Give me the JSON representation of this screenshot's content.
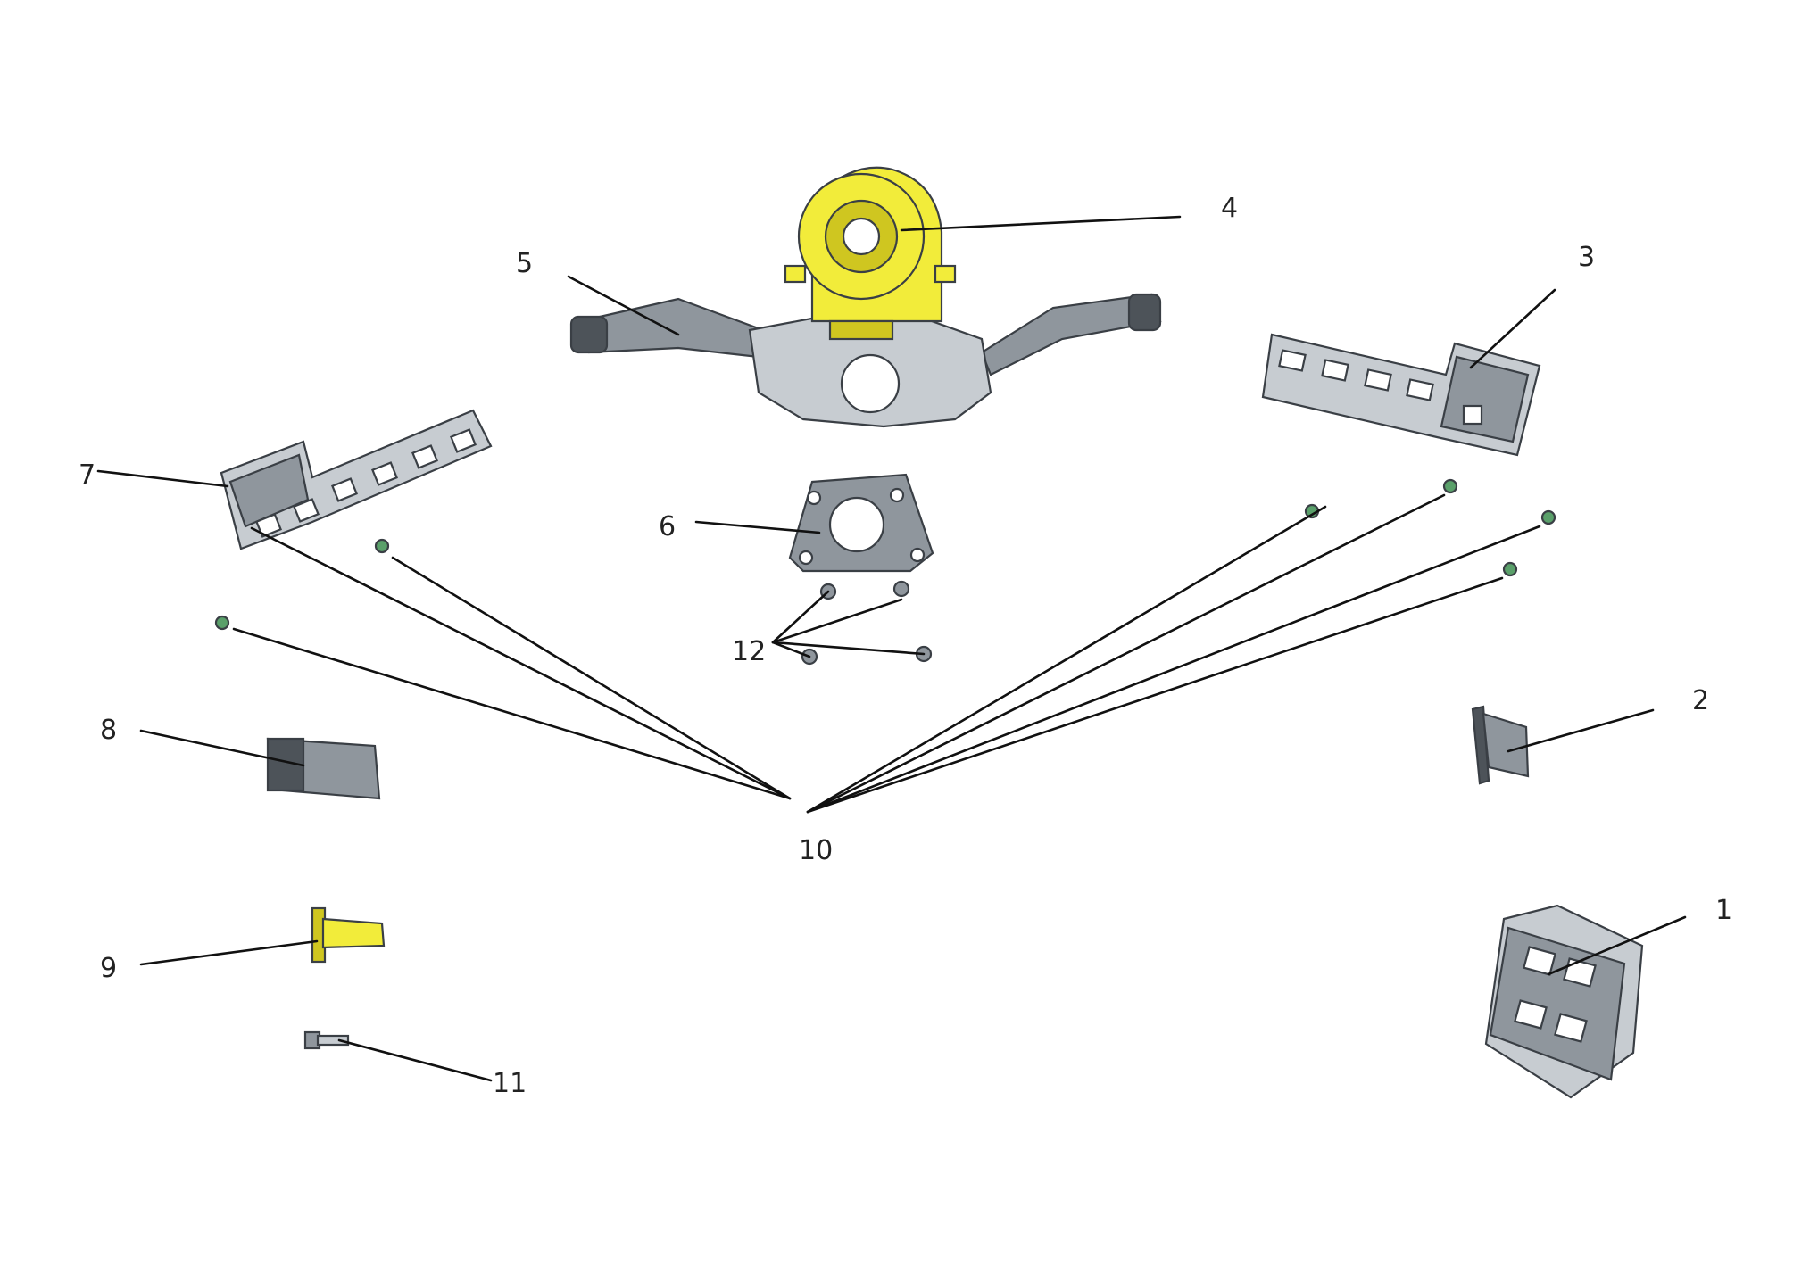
{
  "callouts": [
    {
      "id": "1",
      "label": "1"
    },
    {
      "id": "2",
      "label": "2"
    },
    {
      "id": "3",
      "label": "3"
    },
    {
      "id": "4",
      "label": "4"
    },
    {
      "id": "5",
      "label": "5"
    },
    {
      "id": "6",
      "label": "6"
    },
    {
      "id": "7",
      "label": "7"
    },
    {
      "id": "8",
      "label": "8"
    },
    {
      "id": "9",
      "label": "9"
    },
    {
      "id": "10",
      "label": "10"
    },
    {
      "id": "11",
      "label": "11"
    },
    {
      "id": "12",
      "label": "12"
    }
  ],
  "colors": {
    "part_gray": "#8f969d",
    "part_yellow": "#f2ec3a",
    "leader_line": "#111111"
  }
}
